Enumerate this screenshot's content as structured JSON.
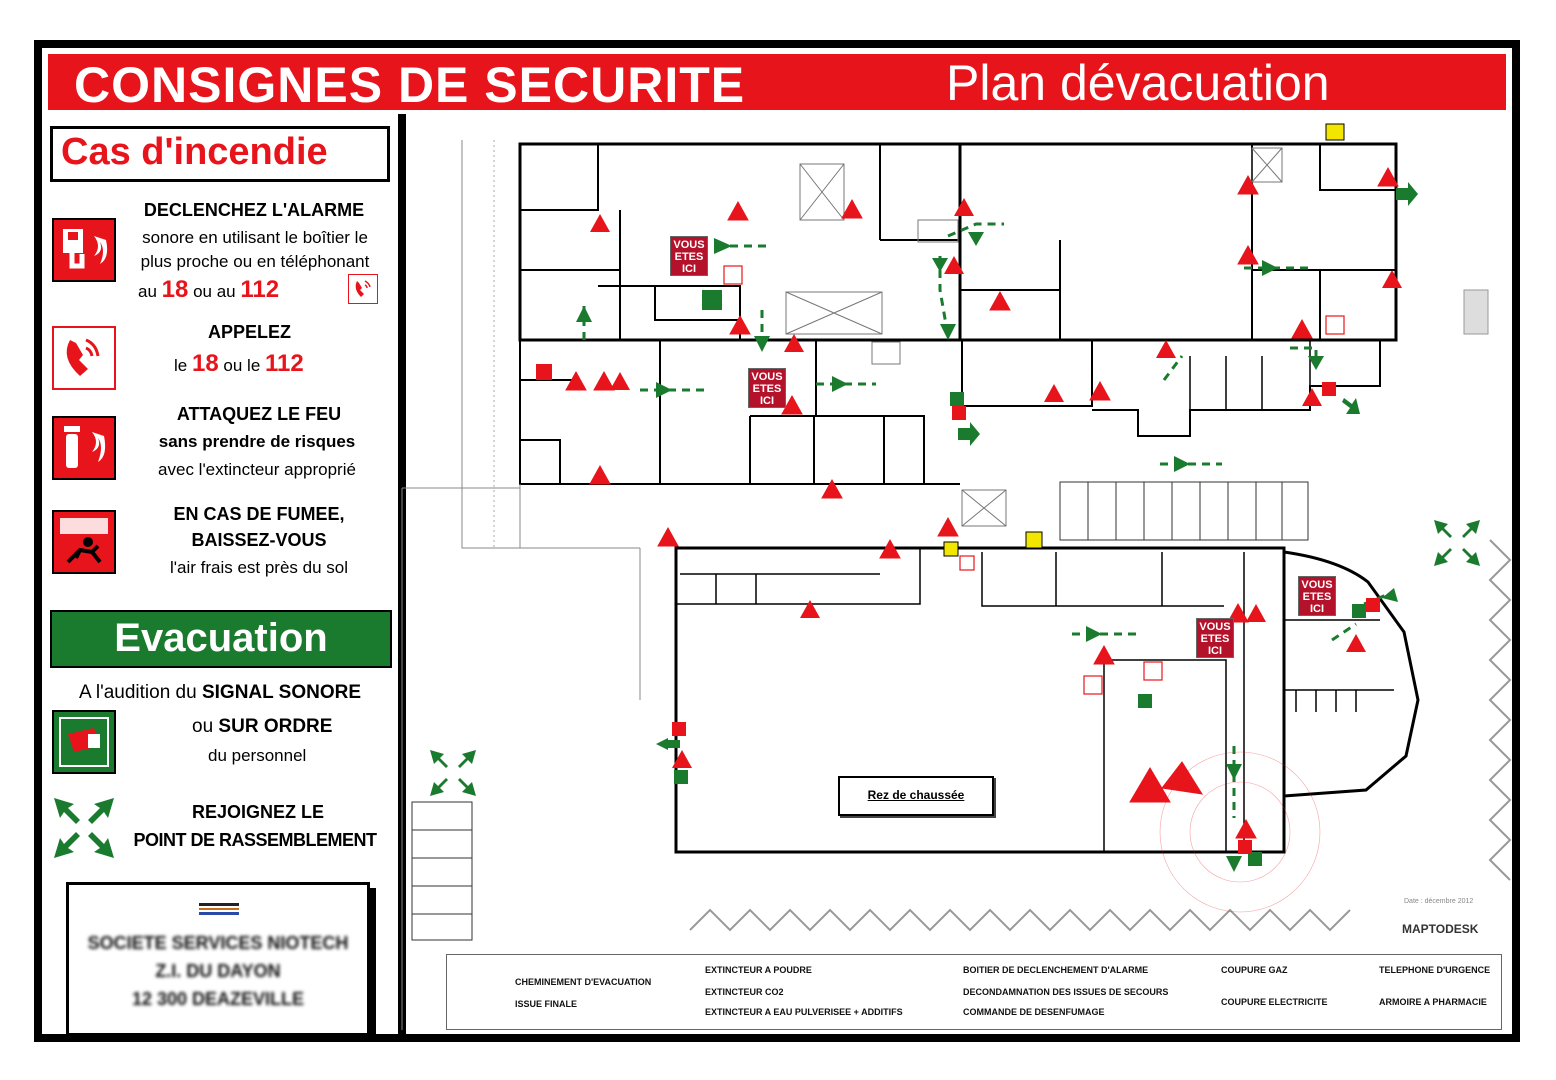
{
  "header": {
    "title_left": "CONSIGNES DE SECURITE",
    "title_right": "Plan dévacuation"
  },
  "fire": {
    "heading": "Cas d'incendie",
    "alarm": {
      "title": "DECLENCHEZ L'ALARME",
      "line1": "sonore en utilisant le boîtier le",
      "line2": "plus proche ou en téléphonant",
      "pre1": "au",
      "num1": "18",
      "pre2": "ou au",
      "num2": "112"
    },
    "call": {
      "title": "APPELEZ",
      "pre1": "le",
      "num1": "18",
      "pre2": "ou le",
      "num2": "112"
    },
    "attack": {
      "title": "ATTAQUEZ LE FEU",
      "line1": "sans prendre de risques",
      "line2": "avec l'extincteur approprié"
    },
    "smoke": {
      "title1": "EN CAS DE FUMEE,",
      "title2": "BAISSEZ-VOUS",
      "line1": "l'air frais est près du sol"
    }
  },
  "evacuation": {
    "heading": "Evacuation",
    "line1_pre": "A l'audition du",
    "line1_bold": "SIGNAL SONORE",
    "line2_pre": "ou",
    "line2_bold": "SUR ORDRE",
    "line3": "du personnel",
    "assembly1": "REJOIGNEZ LE",
    "assembly2": "POINT DE RASSEMBLEMENT"
  },
  "company": {
    "line1": "SOCIETE SERVICES NIOTECH",
    "line2": "Z.I. DU DAYON",
    "line3": "12 300   DEAZEVILLE"
  },
  "map": {
    "floor_label": "Rez de chaussée",
    "you_are_here": [
      "VOUS",
      "ETES",
      "ICI"
    ],
    "date_note": "Date : décembre 2012",
    "brand": "MAPTODESK"
  },
  "legend": {
    "items": [
      "CHEMINEMENT D'EVACUATION",
      "ISSUE FINALE",
      "EXTINCTEUR A POUDRE",
      "EXTINCTEUR CO2",
      "EXTINCTEUR A EAU PULVERISEE + ADDITIFS",
      "BOITIER DE DECLENCHEMENT D'ALARME",
      "DECONDAMNATION DES ISSUES DE SECOURS",
      "COMMANDE DE DESENFUMAGE",
      "COUPURE GAZ",
      "COUPURE ELECTRICITE",
      "TELEPHONE D'URGENCE",
      "ARMOIRE A PHARMACIE"
    ]
  },
  "colors": {
    "red": "#e8141b",
    "green": "#1a7a2e",
    "you_are_here": "#b3122a",
    "gas": "#f2e600"
  }
}
